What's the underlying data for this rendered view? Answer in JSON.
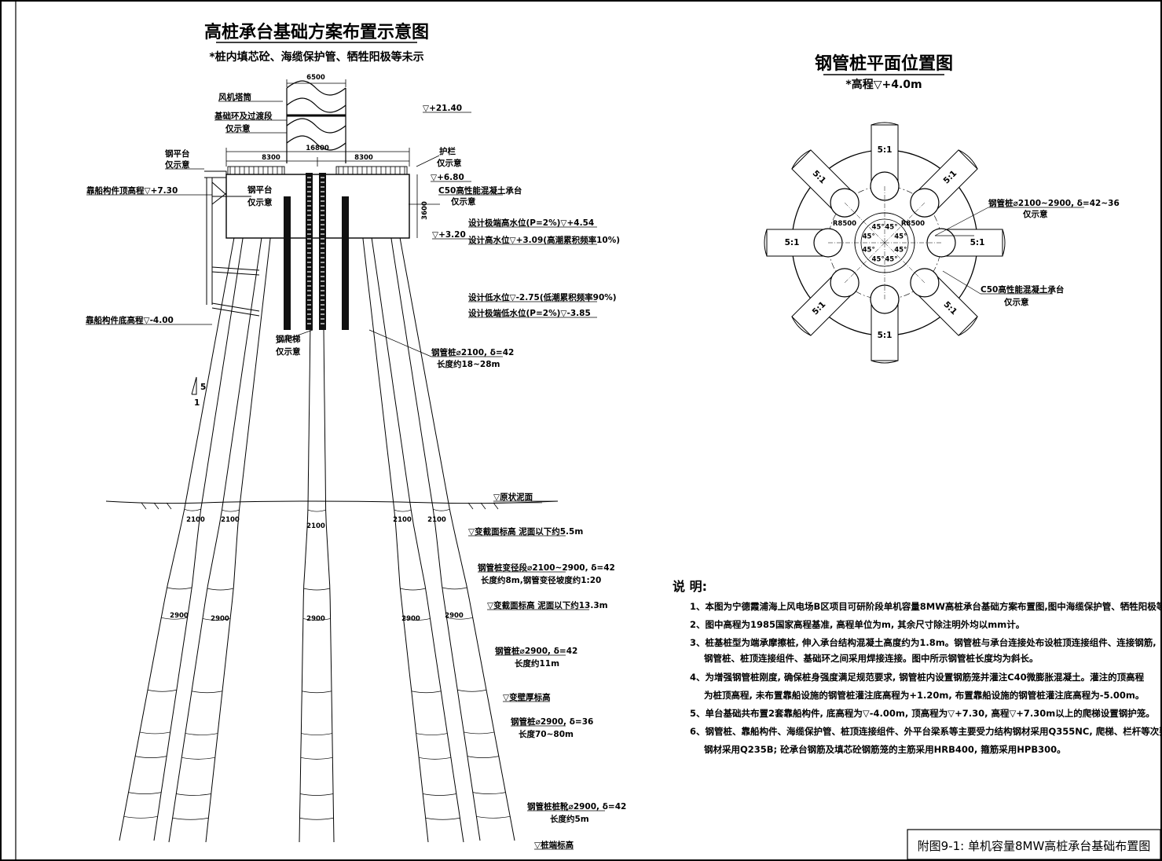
{
  "elevation": {
    "title": "高桩承台基础方案布置示意图",
    "subtitle": "*桩内填芯砼、海缆保护管、牺牲阳极等未示",
    "labels": {
      "tower": "风机塔筒",
      "transition_1": "基础环及过渡段",
      "transition_2": "仅示意",
      "platform_1": "钢平台",
      "platform_2": "仅示意",
      "inner_platform_1": "钢平台",
      "inner_platform_2": "仅示意",
      "rail_1": "护栏",
      "rail_2": "仅示意",
      "cap_1": "C50高性能混凝土承台",
      "cap_2": "仅示意",
      "ladder_1": "钢爬梯",
      "ladder_2": "仅示意",
      "berth_top": "靠船构件顶高程▽+7.30",
      "berth_bottom": "靠船构件底高程▽-4.00",
      "pile_top_1": "钢管桩⌀2100, δ=42",
      "pile_top_2": "长度约18~28m",
      "mudline": "▽原状泥面",
      "section_change_1": "▽变截面标高 泥面以下约5.5m",
      "taper_1": "钢管桩变径段⌀2100~2900, δ=42",
      "taper_2": "长度约8m,钢管变径坡度约1:20",
      "section_change_2": "▽变截面标高 泥面以下约13.3m",
      "mid_pile_1": "钢管桩⌀2900, δ=42",
      "mid_pile_2": "长度约11m",
      "wall_change": "▽变壁厚标高",
      "low_pile_1": "钢管桩⌀2900, δ=36",
      "low_pile_2": "长度70~80m",
      "tip_pile_1": "钢管桩桩靴⌀2900, δ=42",
      "tip_pile_2": "长度约5m",
      "tip_level": "▽桩端标高",
      "batter_1": "5",
      "batter_2": "1"
    },
    "water_levels": [
      "设计极端高水位(P=2%)▽+4.54",
      "设计高水位▽+3.09(高潮累积频率10%)",
      "设计低水位▽-2.75(低潮累积频率90%)",
      "设计极端低水位(P=2%)▽-3.85"
    ],
    "elevations": {
      "top": "▽+21.40",
      "cap_top": "▽+6.80",
      "cap_bottom": "▽+3.20"
    },
    "dims": {
      "tower_dia": "6500",
      "cap_width": "16800",
      "half_left": "8300",
      "half_right": "8300",
      "cap_height": "3600",
      "d_top": "2100",
      "d_bottom": "2900"
    }
  },
  "plan": {
    "title": "钢管桩平面位置图",
    "subtitle": "*高程▽+4.0m",
    "slope": "5:1",
    "radius": "R8500",
    "angle": "45°",
    "pile_label_1": "钢管桩⌀2100~2900, δ=42~36",
    "pile_label_2": "仅示意",
    "cap_label_1": "C50高性能混凝土承台",
    "cap_label_2": "仅示意"
  },
  "notes": {
    "heading": "说 明:",
    "items": [
      "1、本图为宁德霞浦海上风电场B区项目可研阶段单机容量8MW高桩承台基础方案布置图,图中海缆保护管、牺牲阳极等未示。",
      "2、图中高程为1985国家高程基准, 高程单位为m, 其余尺寸除注明外均以mm计。",
      "3、桩基桩型为端承摩擦桩, 伸入承台结构混凝土高度约为1.8m。钢管桩与承台连接处布设桩顶连接组件、连接钢筋,",
      "钢管桩、桩顶连接组件、基础环之间采用焊接连接。图中所示钢管桩长度均为斜长。",
      "4、为增强钢管桩刚度, 确保桩身强度满足规范要求, 钢管桩内设置钢筋笼并灌注C40微膨胀混凝土。灌注的顶高程",
      "为桩顶高程, 未布置靠船设施的钢管桩灌注底高程为+1.20m, 布置靠船设施的钢管桩灌注底高程为-5.00m。",
      "5、单台基础共布置2套靠船构件, 底高程为▽-4.00m, 顶高程为▽+7.30, 高程▽+7.30m以上的爬梯设置钢护笼。",
      "6、钢管桩、靠船构件、海缆保护管、桩顶连接组件、外平台梁系等主要受力结构钢材采用Q355NC, 爬梯、栏杆等次要结构",
      "钢材采用Q235B; 砼承台钢筋及填芯砼钢筋笼的主筋采用HRB400, 箍筋采用HPB300。"
    ]
  },
  "title_block": {
    "text": "附图9-1: 单机容量8MW高桩承台基础布置图"
  }
}
